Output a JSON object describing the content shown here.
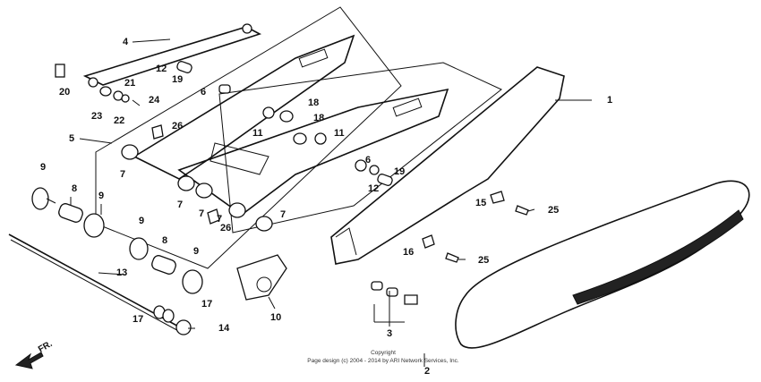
{
  "callouts": [
    "1",
    "2",
    "3",
    "4",
    "5",
    "6",
    "6",
    "7",
    "7",
    "7",
    "7",
    "7",
    "8",
    "8",
    "9",
    "9",
    "9",
    "9",
    "10",
    "11",
    "11",
    "12",
    "12",
    "13",
    "14",
    "15",
    "16",
    "17",
    "17",
    "18",
    "18",
    "19",
    "19",
    "20",
    "21",
    "22",
    "23",
    "24",
    "25",
    "25",
    "26",
    "26"
  ],
  "copyright": {
    "line1": "Copyright",
    "line2": "Page design (c) 2004 - 2014 by ARI Network Services, Inc."
  },
  "direction_label": "FR."
}
